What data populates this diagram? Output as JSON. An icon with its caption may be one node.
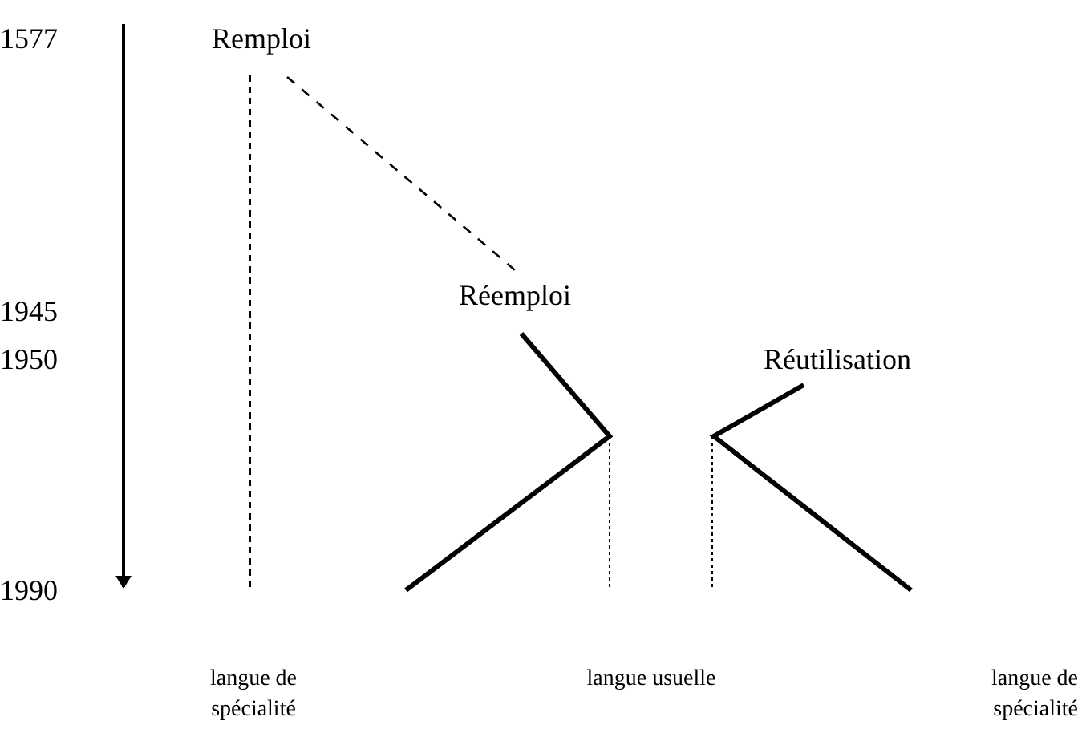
{
  "diagram": {
    "nodes": [
      {
        "text": [
          "Remploi"
        ]
      },
      {
        "text": [
          "Réemploi"
        ]
      },
      {
        "text": [
          "Réutilisation"
        ]
      }
    ],
    "edges": [
      {
        "from": 0,
        "to": 1,
        "arrow": "none",
        "style": "dashed"
      }
    ],
    "labels": [
      "1577",
      "1945",
      "1950",
      "1990",
      "langue de spécialité",
      "langue usuelle",
      "langue de spécialité"
    ]
  }
}
